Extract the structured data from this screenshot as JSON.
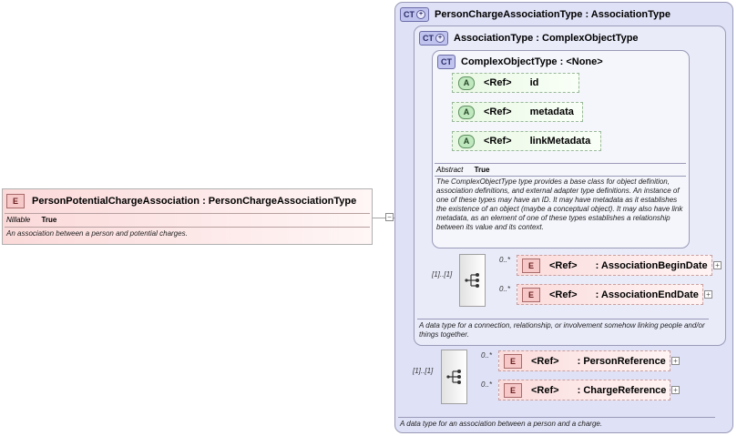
{
  "root_element": {
    "badge": "E",
    "name": "PersonPotentialChargeAssociation",
    "type": "PersonChargeAssociationType",
    "prop_label": "Nillable",
    "prop_value": "True",
    "description": "An association between a person and potential charges.",
    "collapse_symbol": "−"
  },
  "outer_type": {
    "icon": "CT",
    "name": "PersonChargeAssociationType",
    "base": "AssociationType",
    "sequence_occurrence": "[1]..[1]",
    "description": "A data type for an association between a person and a charge.",
    "elements": [
      {
        "badge": "E",
        "ref": "<Ref>",
        "name": "PersonReference",
        "occurrence": "0..*",
        "expand": "+"
      },
      {
        "badge": "E",
        "ref": "<Ref>",
        "name": "ChargeReference",
        "occurrence": "0..*",
        "expand": "+"
      }
    ]
  },
  "mid_type": {
    "icon": "CT",
    "name": "AssociationType",
    "base": "ComplexObjectType",
    "sequence_occurrence": "[1]..[1]",
    "description": "A data type for a connection, relationship, or involvement somehow linking people and/or things together.",
    "elements": [
      {
        "badge": "E",
        "ref": "<Ref>",
        "name": "AssociationBeginDate",
        "occurrence": "0..*",
        "expand": "+"
      },
      {
        "badge": "E",
        "ref": "<Ref>",
        "name": "AssociationEndDate",
        "occurrence": "0..*",
        "expand": "+"
      }
    ]
  },
  "inner_type": {
    "icon": "CT",
    "name": "ComplexObjectType",
    "base": "<None>",
    "attributes": [
      {
        "badge": "A",
        "ref": "<Ref>",
        "name": "id"
      },
      {
        "badge": "A",
        "ref": "<Ref>",
        "name": "metadata"
      },
      {
        "badge": "A",
        "ref": "<Ref>",
        "name": "linkMetadata"
      }
    ],
    "prop_label": "Abstract",
    "prop_value": "True",
    "description": "The ComplexObjectType type provides a base class for object definition, association definitions, and external adapter type definitions. An instance of one of these types may have an ID. It may have metadata as it establishes the existence of an object (maybe a conceptual object). It may also have link metadata, as an element of one of these types establishes a relationship between its value and its context."
  },
  "icons": [
    "complex-type-icon",
    "attribute-icon",
    "element-icon",
    "sequence-icon",
    "expand-icon",
    "collapse-icon"
  ]
}
